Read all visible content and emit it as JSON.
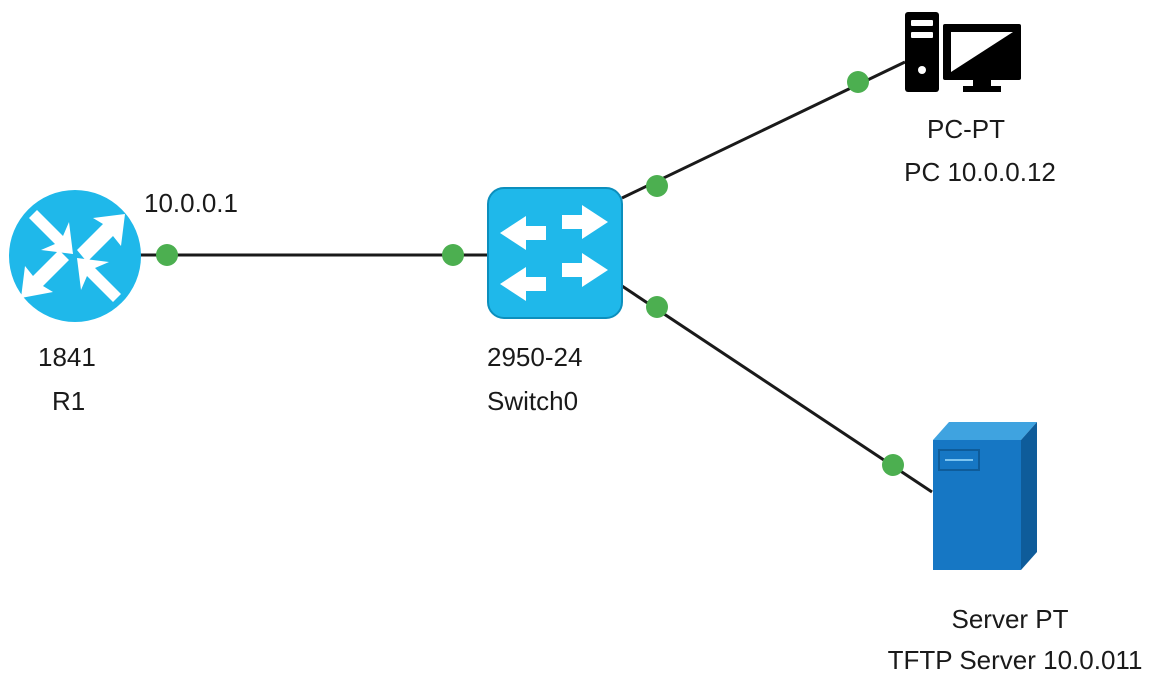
{
  "colors": {
    "link": "#1a1a1a",
    "port_dot": "#4caf50",
    "router_fill": "#1fb8ea",
    "switch_fill": "#1fb8ea",
    "server_fill": "#1677c4",
    "pc_fill": "#000000"
  },
  "devices": {
    "router": {
      "icon": "router-icon",
      "model": "1841",
      "name": "R1",
      "interface_ip": "10.0.0.1"
    },
    "switch": {
      "icon": "switch-icon",
      "model": "2950-24",
      "name": "Switch0"
    },
    "pc": {
      "icon": "pc-icon",
      "model": "PC-PT",
      "name": "PC 10.0.0.12"
    },
    "server": {
      "icon": "server-icon",
      "model": "Server PT",
      "name": "TFTP Server 10.0.011"
    }
  },
  "links": [
    {
      "from": "router",
      "to": "switch"
    },
    {
      "from": "switch",
      "to": "pc"
    },
    {
      "from": "switch",
      "to": "server"
    }
  ]
}
